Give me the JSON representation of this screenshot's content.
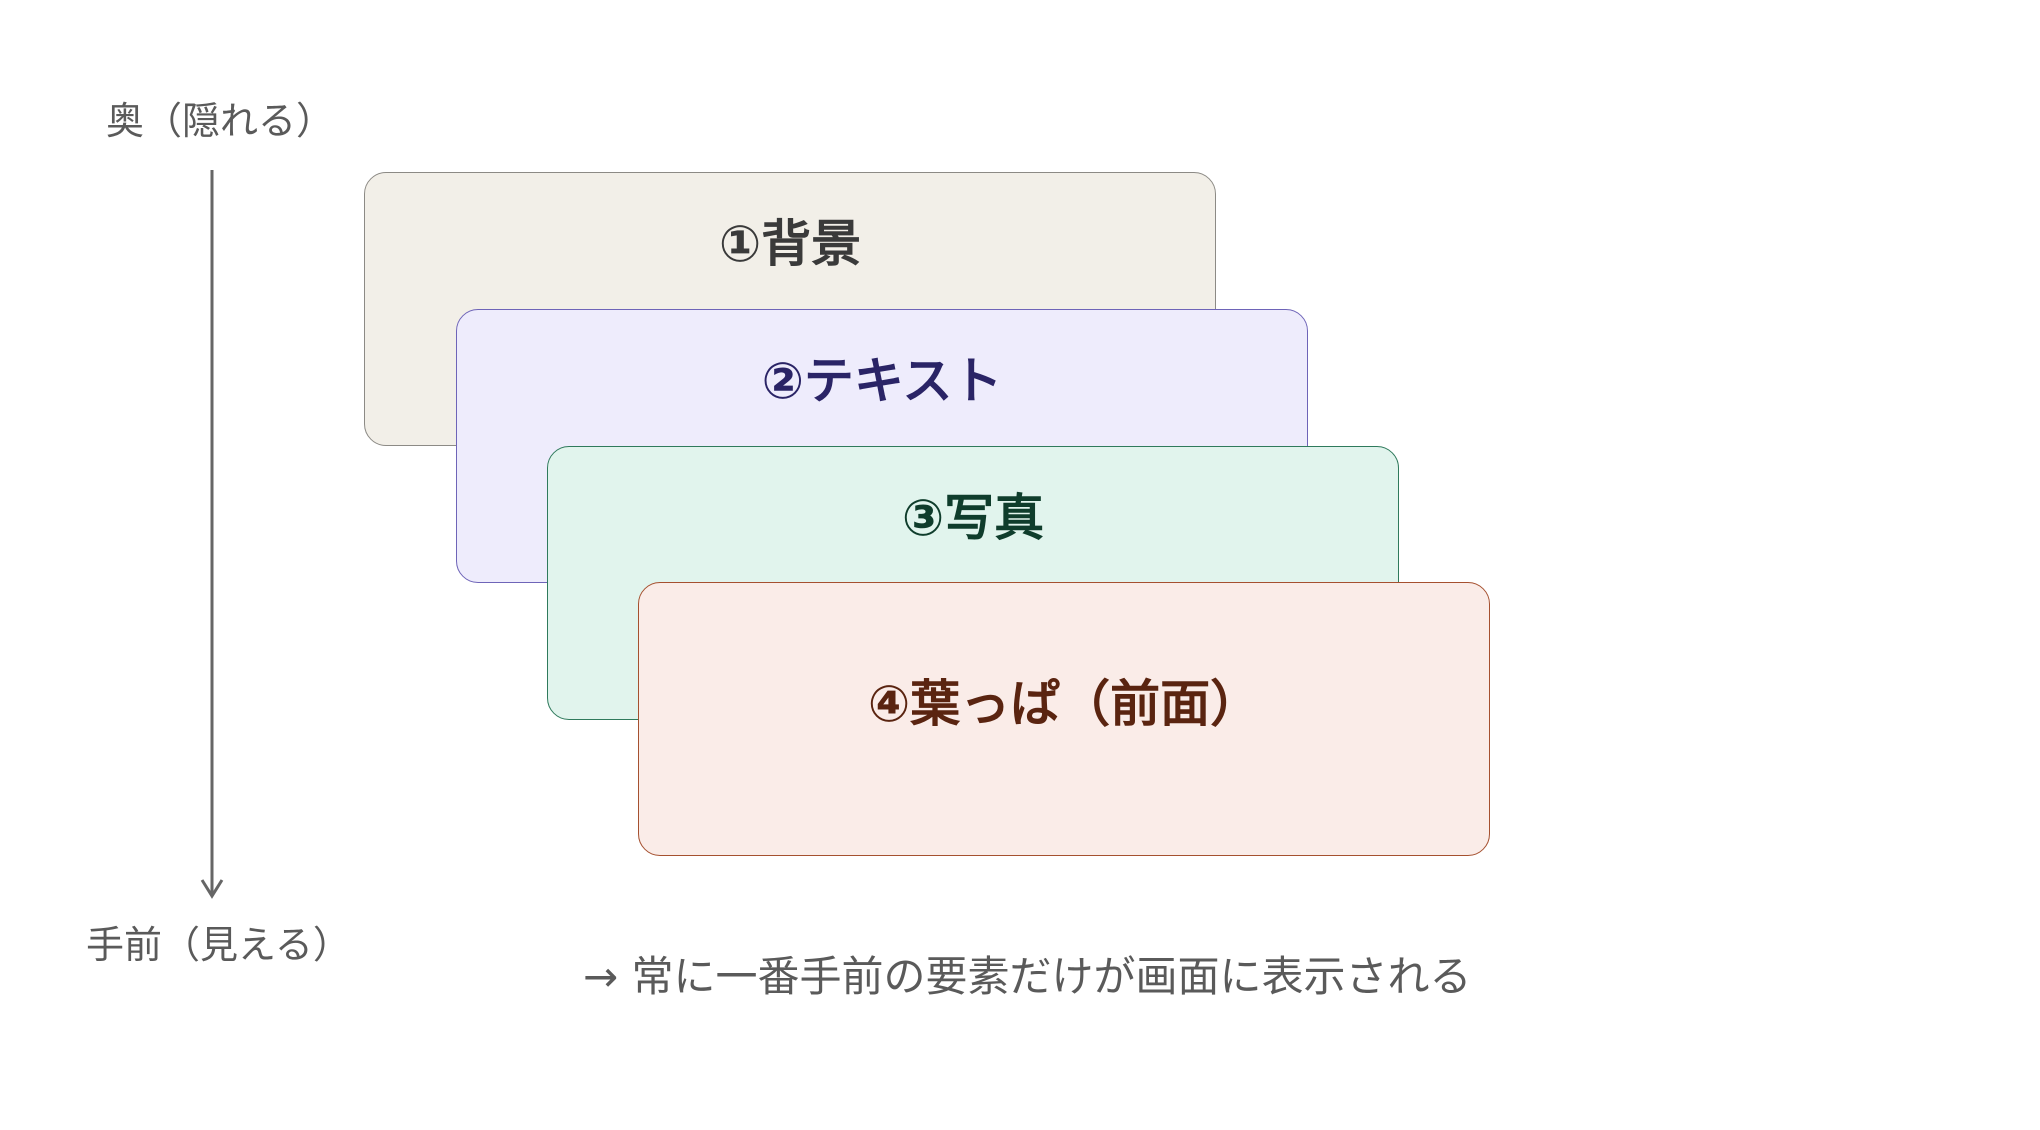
{
  "axis": {
    "top_label": "奥（隠れる）",
    "bottom_label": "手前（見える）",
    "arrow_color": "#666666"
  },
  "layers": [
    {
      "label": "①背景",
      "fill": "#f2efe8",
      "border": "#8c8a85",
      "text_color": "#3a3a3a"
    },
    {
      "label": "②テキスト",
      "fill": "#eeecfc",
      "border": "#6e64b8",
      "text_color": "#2a2466"
    },
    {
      "label": "③写真",
      "fill": "#e1f4ed",
      "border": "#2f7a5c",
      "text_color": "#0f3d2c"
    },
    {
      "label": "④葉っぱ（前面）",
      "fill": "#faece8",
      "border": "#a5502f",
      "text_color": "#5a2410"
    }
  ],
  "caption": "→ 常に一番手前の要素だけが画面に表示される"
}
